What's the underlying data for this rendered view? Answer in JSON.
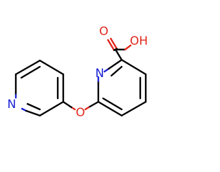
{
  "molecule": {
    "atoms": {
      "o_carbonyl": {
        "symbol": "O",
        "color": "#e0271c"
      },
      "oh": {
        "symbol": "OH",
        "color": "#e0271c"
      },
      "n_ring": {
        "symbol": "N",
        "color": "#1a22d4"
      },
      "o_ether": {
        "symbol": "O",
        "color": "#e0271c"
      },
      "n_pyridyl": {
        "symbol": "N",
        "color": "#1a22d4"
      }
    },
    "colors": {
      "bond": "#000000",
      "oxygen": "#e0271c",
      "nitrogen": "#1a22d4"
    }
  }
}
